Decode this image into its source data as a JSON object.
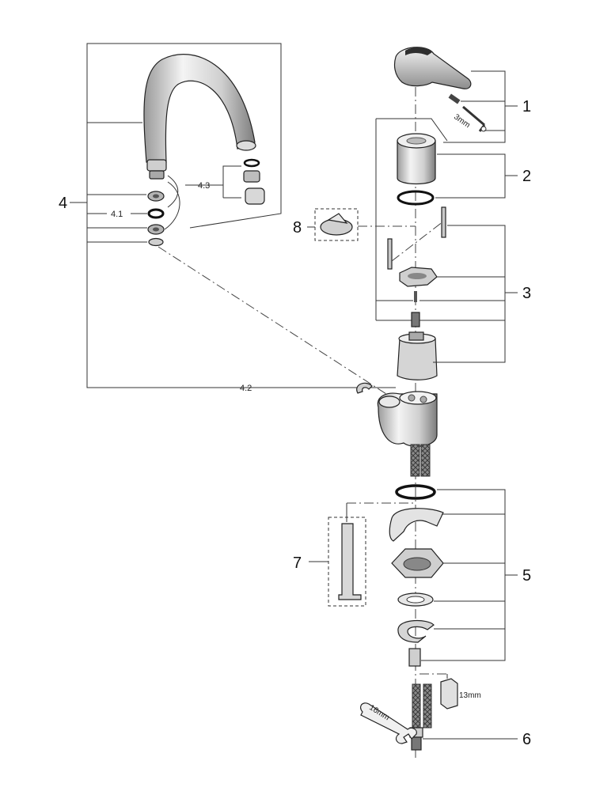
{
  "callouts": {
    "c1": "1",
    "c2": "2",
    "c3": "3",
    "c4": "4",
    "c5": "5",
    "c6": "6",
    "c7": "7",
    "c8": "8",
    "c4_1": "4.1",
    "c4_2": "4.2",
    "c4_3": "4.3"
  },
  "tools": {
    "hex_key": "3mm",
    "socket": "13mm",
    "wrench": "16mm"
  },
  "colors": {
    "line": "#333333",
    "part_light": "#e6e6e6",
    "part_mid": "#bdbdbd",
    "part_dark": "#6f6f6f"
  }
}
